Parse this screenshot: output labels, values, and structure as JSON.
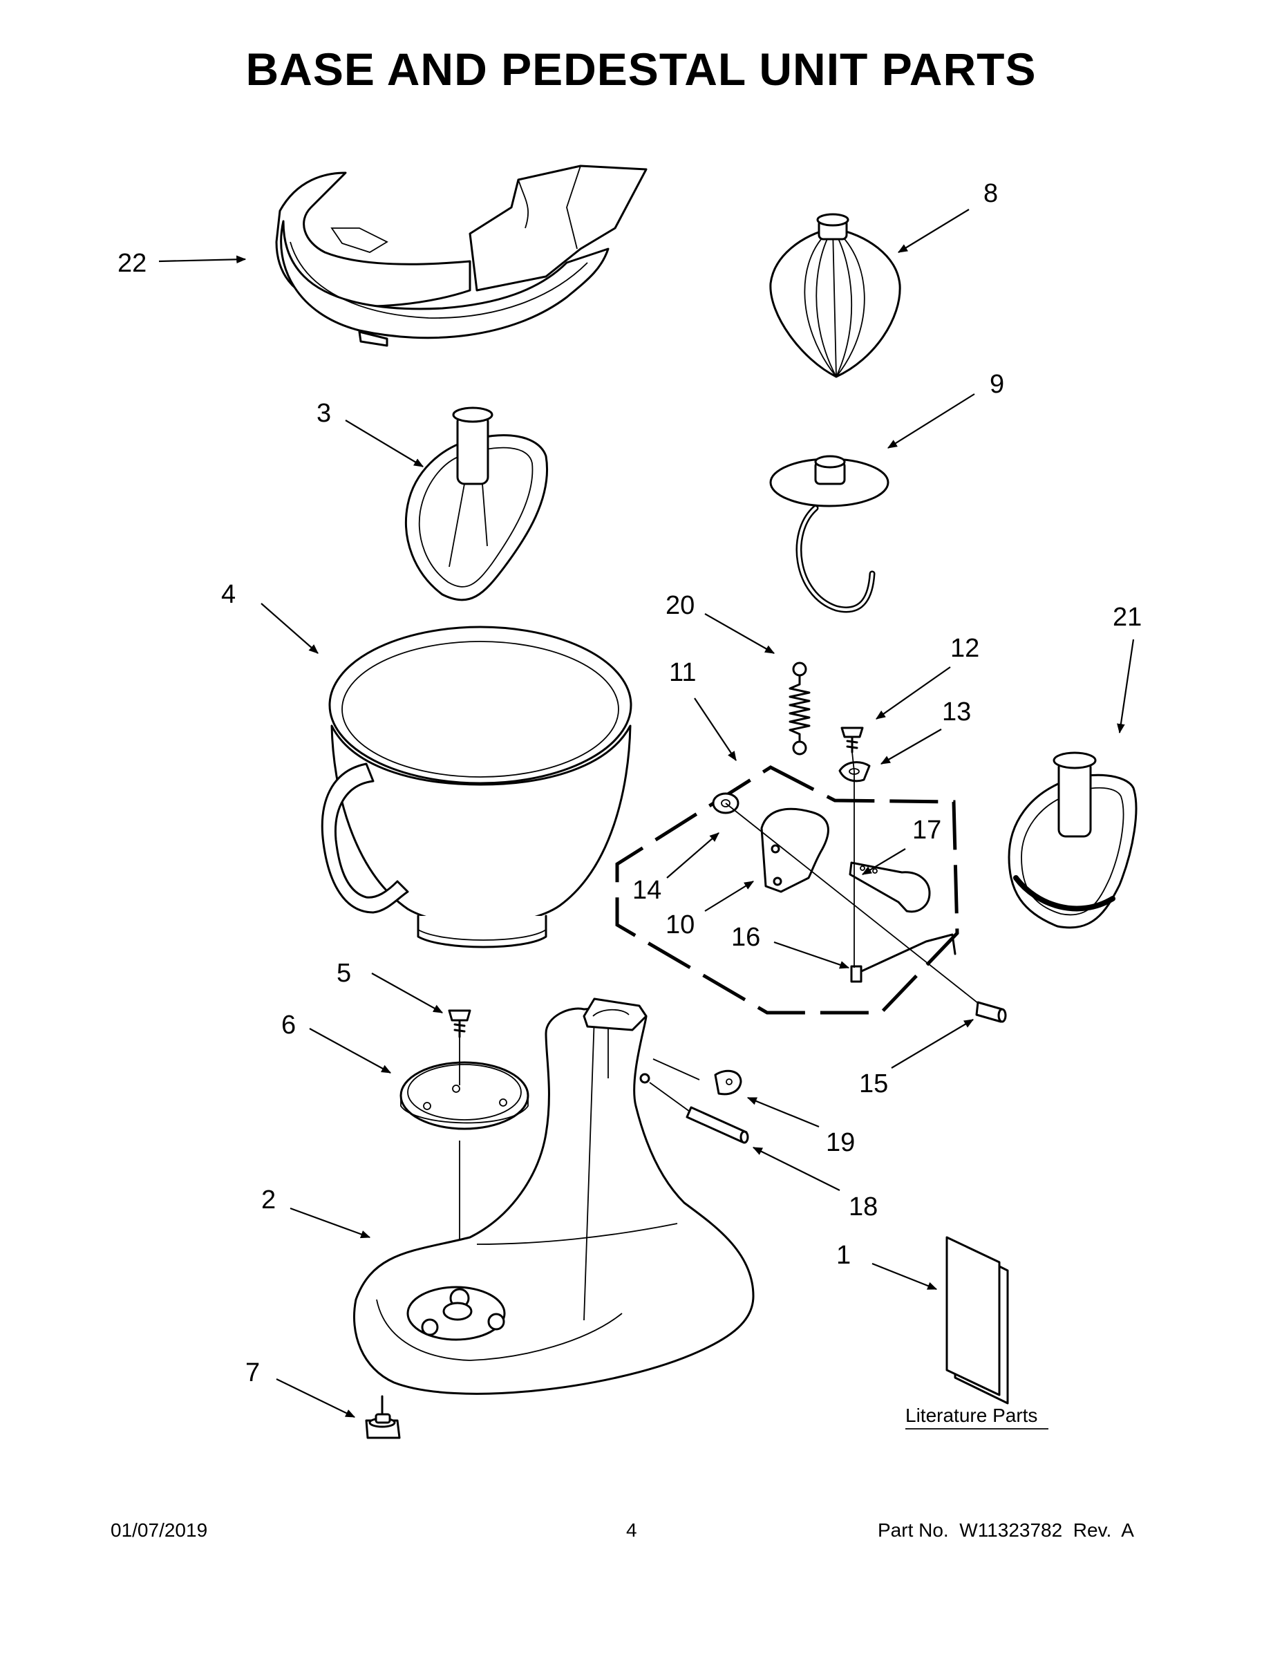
{
  "title": "BASE AND PEDESTAL UNIT PARTS",
  "labels": {
    "p1": "1",
    "p2": "2",
    "p3": "3",
    "p4": "4",
    "p5": "5",
    "p6": "6",
    "p7": "7",
    "p8": "8",
    "p9": "9",
    "p10": "10",
    "p11": "11",
    "p12": "12",
    "p13": "13",
    "p14": "14",
    "p15": "15",
    "p16": "16",
    "p17": "17",
    "p18": "18",
    "p19": "19",
    "p20": "20",
    "p21": "21",
    "p22": "22"
  },
  "literature_label": "Literature Parts",
  "footer": {
    "date": "01/07/2019",
    "page": "4",
    "part_no": "Part No.  W11323782  Rev.  A"
  }
}
